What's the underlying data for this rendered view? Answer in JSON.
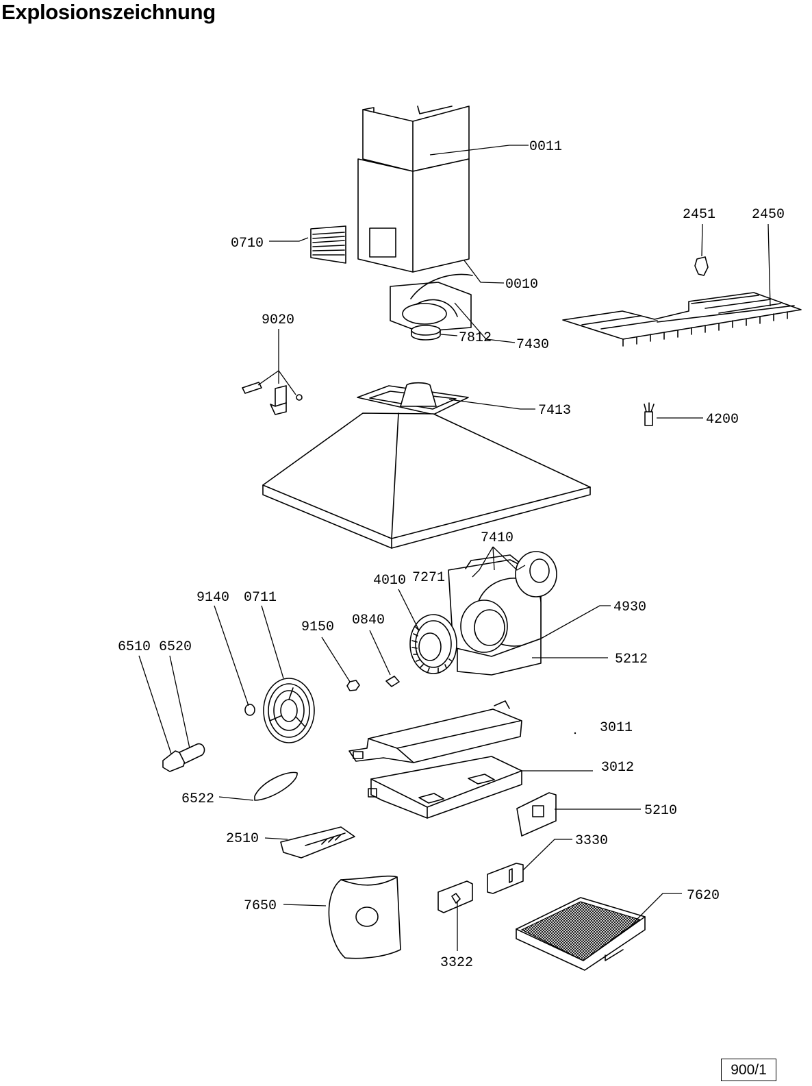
{
  "title": "Explosionszeichnung",
  "page_number": "900/1",
  "parts": {
    "p0011": "0011",
    "p0010": "0010",
    "p0710": "0710",
    "p7430": "7430",
    "p7812": "7812",
    "p9020": "9020",
    "p7413": "7413",
    "p2451": "2451",
    "p2450": "2450",
    "p4200": "4200",
    "p7410": "7410",
    "p4010": "4010",
    "p7271": "7271",
    "p4930": "4930",
    "p9140": "9140",
    "p0711": "0711",
    "p9150": "9150",
    "p0840": "0840",
    "p6510": "6510",
    "p6520": "6520",
    "p5212": "5212",
    "p3011": "3011",
    "p3012": "3012",
    "p6522": "6522",
    "p5210": "5210",
    "p2510": "2510",
    "p3330": "3330",
    "p7650": "7650",
    "p7620": "7620",
    "p3322": "3322"
  }
}
